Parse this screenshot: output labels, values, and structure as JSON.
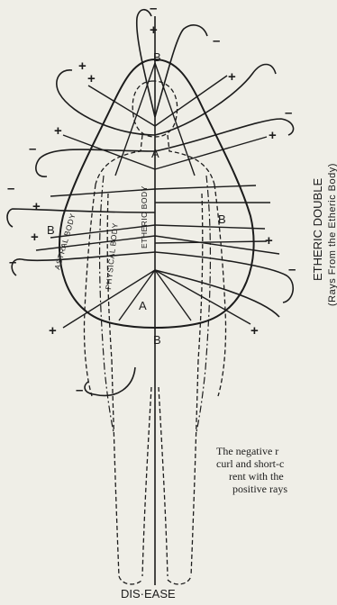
{
  "figure": {
    "labels": {
      "astral_body": "ASTRAL BODY",
      "physical_body": "PHYSICAL BODY",
      "etheric_body": "ETHERIC BODY",
      "etheric_double": "ETHERIC DOUBLE",
      "rays_note": "(Rays From the Etheric Body)",
      "bottom_label": "DIS·EASE",
      "point_a": "A",
      "point_b": "B",
      "plus": "+",
      "minus": "–"
    },
    "caption_lines": [
      "The  negative  r",
      "curl  and  short-c",
      "rent with the",
      "positive rays"
    ]
  }
}
